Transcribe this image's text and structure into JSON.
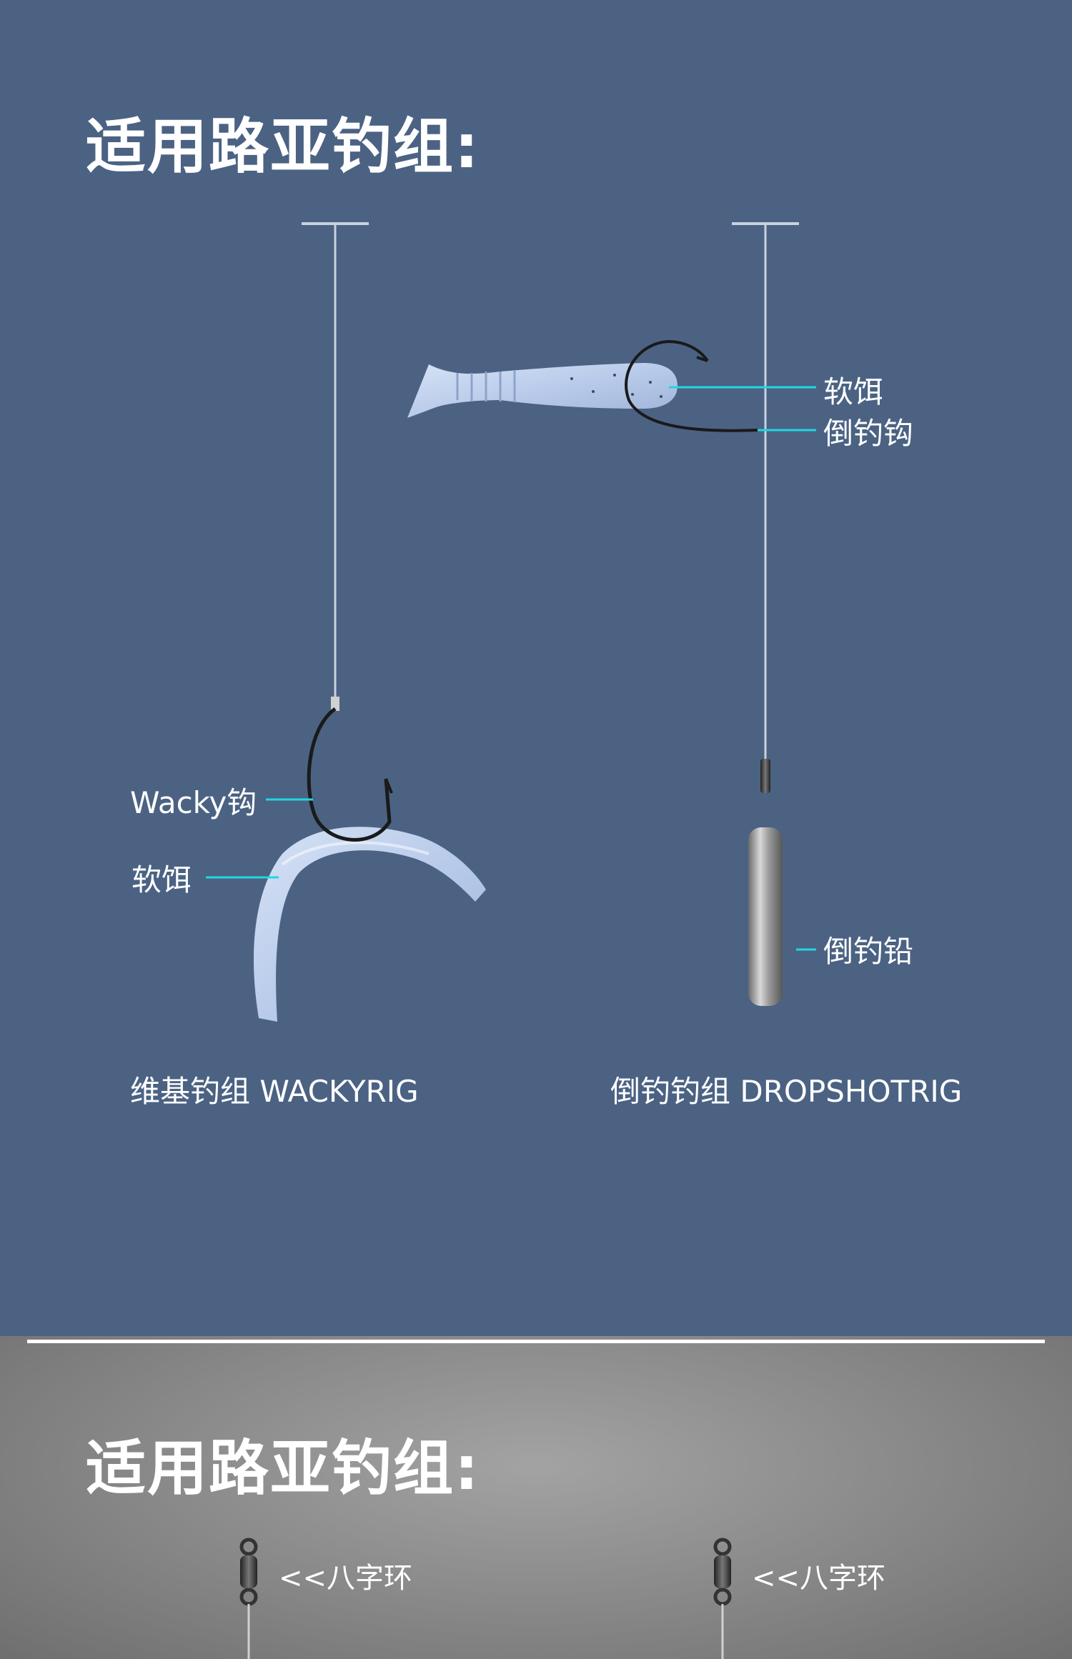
{
  "top": {
    "heading": "适用路亚钓组:",
    "wacky": {
      "hook_label": "Wacky钩",
      "bait_label": "软饵",
      "caption": "维基钓组 WACKYRIG"
    },
    "dropshot": {
      "bait_label": "软饵",
      "hook_label": "倒钓钩",
      "sinker_label": "倒钓铅",
      "caption": "倒钓钓组 DROPSHOTRIG"
    }
  },
  "bottom": {
    "heading": "适用路亚钓组:",
    "swivel_left_label": "<<八字环",
    "swivel_right_label": "<<八字环"
  },
  "colors": {
    "top_background": "#4b6283",
    "leader_line": "#20d7e2",
    "text": "#ffffff"
  }
}
